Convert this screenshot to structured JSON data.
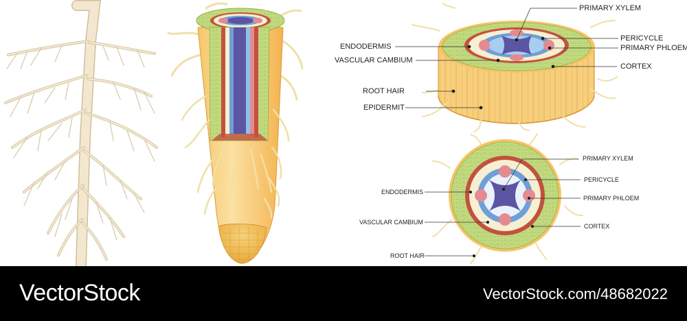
{
  "labels_3d": {
    "primary_xylem": "PRIMARY XYLEM",
    "pericycle": "PERICYCLE",
    "primary_phloem": "PRIMARY PHLOEM",
    "cortex": "CORTEX",
    "endodermis": "ENDODERMIS",
    "vascular_cambium": "VASCULAR CAMBIUM",
    "root_hair": "ROOT HAIR",
    "epidermit": "EPIDERMIT"
  },
  "labels_2d": {
    "primary_xylem": "PRIMARY XYLEM",
    "pericycle": "PERICYCLE",
    "primary_phloem": "PRIMARY PHLOEM",
    "cortex": "CORTEX",
    "endodermis": "ENDODERMIS",
    "vascular_cambium": "VASCULAR CAMBIUM",
    "root_hair": "ROOT HAIR"
  },
  "footer": {
    "brand": "VectorStock",
    "stock_id": "VectorStock.com/48682022"
  },
  "colors": {
    "root_beige": "#f3e8cf",
    "root_outline": "#cdbf9b",
    "cortex_green": "#bcd77a",
    "epidermis_orange": "#f6c465",
    "endodermis_red": "#c2523d",
    "xylem_purple": "#5b55a3",
    "phloem_pink": "#e48b91",
    "pericycle_cream": "#f6efd2",
    "cambium_blue": "#6f9fd8",
    "footer_bg": "#000000"
  }
}
